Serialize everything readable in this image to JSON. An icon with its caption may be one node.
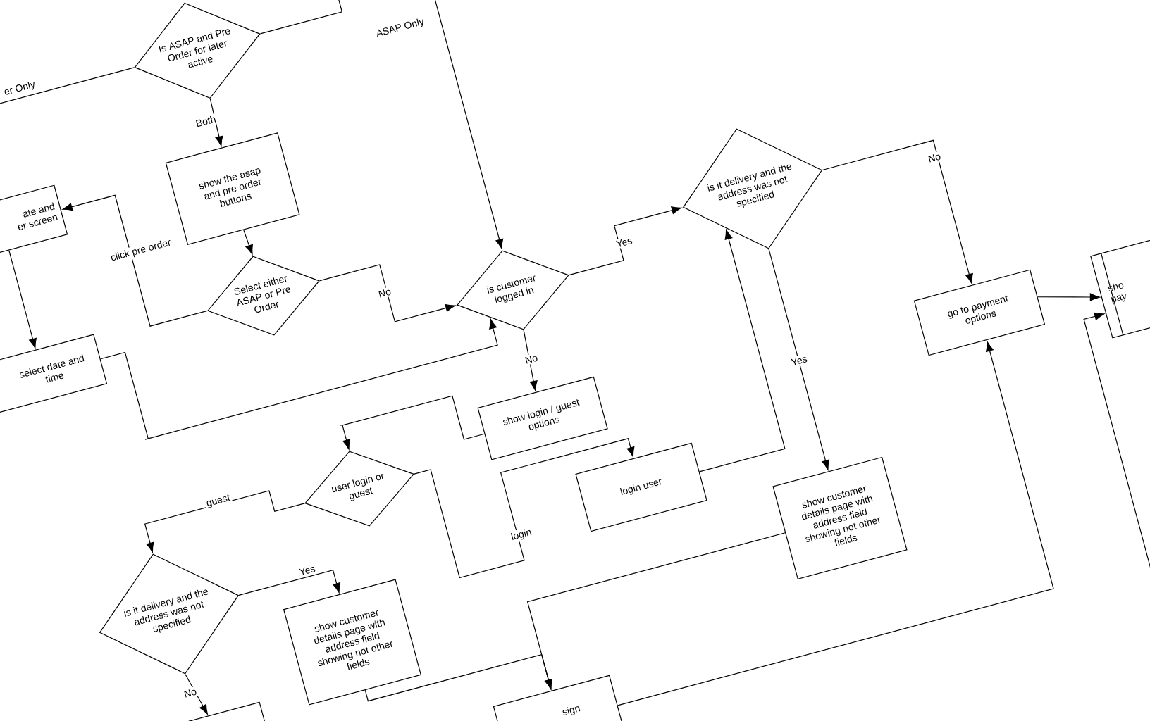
{
  "diagram": {
    "nodes": [
      {
        "text": [
          "Is ASAP and Pre Order for later active"
        ]
      },
      {
        "text": [
          "show the asap and pre order buttons"
        ]
      },
      {
        "text": [
          "Select either ASAP or Pre Order"
        ]
      },
      {
        "text": [
          "ate and er screen"
        ]
      },
      {
        "text": [
          "select date and time"
        ]
      },
      {
        "text": [
          "is customer logged in"
        ]
      },
      {
        "text": [
          "is it delivery and the address was not specified"
        ]
      },
      {
        "text": [
          "go to payment options"
        ]
      },
      {
        "text": [
          "sho pay"
        ]
      },
      {
        "text": [
          "show login / guest options"
        ]
      },
      {
        "text": [
          "login user"
        ]
      },
      {
        "text": [
          "user login or guest"
        ]
      },
      {
        "text": [
          "show customer details page with address field showing not other fields"
        ]
      },
      {
        "text": [
          "is it delivery and the address was not specified"
        ]
      },
      {
        "text": [
          "show customer details page with address field showing not other fields"
        ]
      },
      {
        "text": [],
        "shape": "box"
      },
      {
        "text": [
          "sign"
        ]
      }
    ],
    "edges": [
      {
        "from": 0,
        "to": 1,
        "arrow": "to",
        "label": "Both"
      },
      {
        "from": 0,
        "to": null,
        "arrow": "none",
        "label": "er Only"
      },
      {
        "from": 0,
        "to": 5,
        "arrow": "to",
        "label": "ASAP Only"
      },
      {
        "from": 1,
        "to": 2,
        "arrow": "to"
      },
      {
        "from": 2,
        "to": 3,
        "arrow": "to",
        "label": "click pre order"
      },
      {
        "from": 2,
        "to": 5,
        "arrow": "to",
        "label": "No"
      },
      {
        "from": 3,
        "to": 4,
        "arrow": "to"
      },
      {
        "from": 4,
        "to": 5,
        "arrow": "to"
      },
      {
        "from": 5,
        "to": 6,
        "arrow": "to",
        "label": "Yes"
      },
      {
        "from": 5,
        "to": 9,
        "arrow": "to",
        "label": "No"
      },
      {
        "from": 6,
        "to": 7,
        "arrow": "to",
        "label": "No"
      },
      {
        "from": 6,
        "to": 12,
        "arrow": "to",
        "label": "Yes"
      },
      {
        "from": 7,
        "to": 8,
        "arrow": "to"
      },
      {
        "from": 9,
        "to": 11,
        "arrow": "to"
      },
      {
        "from": 11,
        "to": 13,
        "arrow": "to",
        "label": "guest"
      },
      {
        "from": 11,
        "to": 10,
        "arrow": "to",
        "label": "login"
      },
      {
        "from": 10,
        "to": 6,
        "arrow": "to"
      },
      {
        "from": 13,
        "to": 14,
        "arrow": "to",
        "label": "Yes"
      },
      {
        "from": 13,
        "to": 15,
        "arrow": "to",
        "label": "No"
      },
      {
        "from": 12,
        "to": 16,
        "arrow": "to"
      },
      {
        "from": 16,
        "to": 7,
        "arrow": "to"
      },
      {
        "from": 14,
        "to": 16,
        "arrow": "to"
      },
      {
        "from": null,
        "to": 8,
        "arrow": "to"
      }
    ]
  }
}
